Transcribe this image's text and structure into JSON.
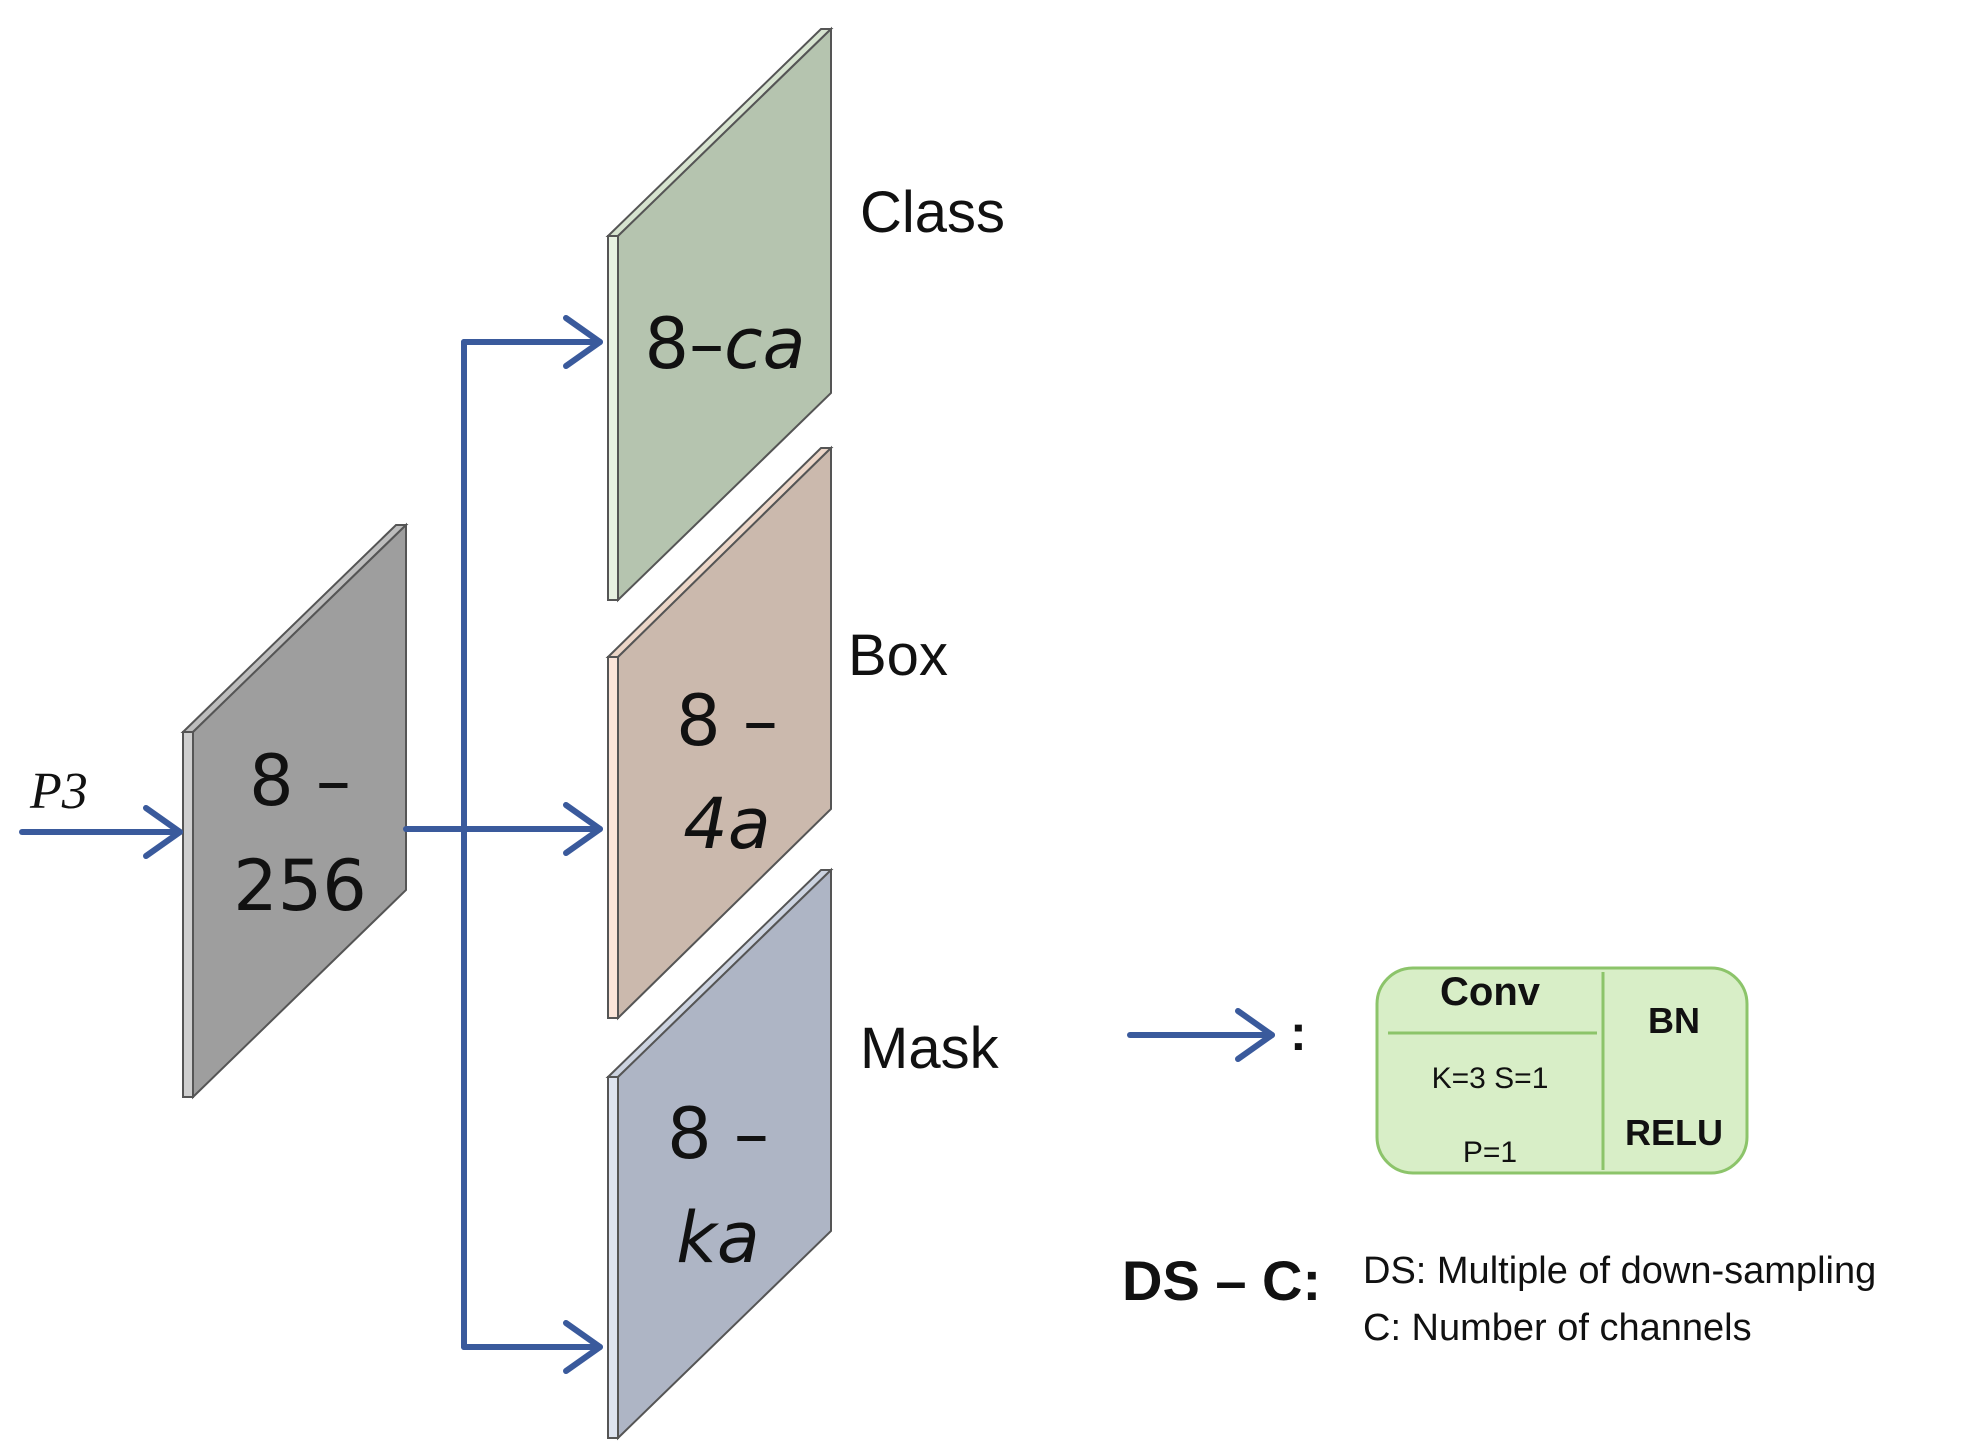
{
  "input": {
    "label": "P3"
  },
  "panels": {
    "p256": {
      "line1": "8 –",
      "line2": "256",
      "colors": {
        "face": "#9e9e9e",
        "top": "#bdbdbd",
        "side": "#cfcfcf"
      }
    },
    "class": {
      "text_a": "8–",
      "text_b": "ca",
      "label": "Class",
      "colors": {
        "face": "#b5c4af",
        "top": "#d6e3cf",
        "side": "#e7f1e1"
      }
    },
    "box": {
      "line1": "8 –",
      "line2": "4a",
      "label": "Box",
      "colors": {
        "face": "#cbb9ad",
        "top": "#ecd6c8",
        "side": "#fae4d8"
      }
    },
    "mask": {
      "line1": "8 –",
      "line2": "ka",
      "label": "Mask",
      "colors": {
        "face": "#aeb5c5",
        "top": "#ccd3e0",
        "side": "#dde3ef"
      }
    }
  },
  "legend": {
    "colon": ":",
    "conv": "Conv",
    "params_1": "K=3 S=1",
    "params_2": "P=1",
    "bn": "BN",
    "relu": "RELU",
    "ds_c": "DS – C:",
    "ds_desc": "DS: Multiple of down-sampling",
    "c_desc": "C: Number of channels"
  },
  "colors": {
    "arrow": "#3a5a9c",
    "legend_fill": "#d8eec7",
    "legend_border": "#8cc46a"
  }
}
